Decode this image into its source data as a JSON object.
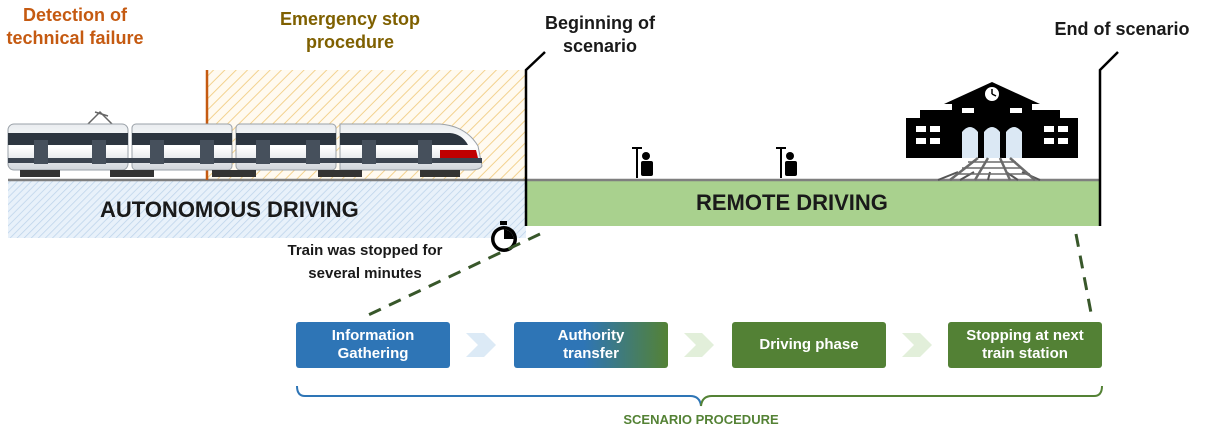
{
  "annotations": {
    "detection": "Detection of\ntechnical failure",
    "emergency": "Emergency stop\nprocedure",
    "beginning": "Beginning of\nscenario",
    "end": "End of scenario",
    "stopped": "Train was stopped for\nseveral minutes"
  },
  "bands": {
    "autonomous": "AUTONOMOUS DRIVING",
    "remote": "REMOTE DRIVING"
  },
  "steps": [
    {
      "label": "Information\nGathering"
    },
    {
      "label": "Authority\ntransfer"
    },
    {
      "label": "Driving phase"
    },
    {
      "label": "Stopping at next\ntrain station"
    }
  ],
  "procedure_label": "SCENARIO PROCEDURE",
  "colors": {
    "detection_text": "#c55a11",
    "emergency_text": "#7f6000",
    "blue_step": "#2e75b6",
    "green_step": "#538135",
    "remote_band": "#a9d18e",
    "procedure_text": "#548235",
    "bracket_blue": "#2e75b6",
    "bracket_green": "#548235"
  },
  "icons": [
    "train-icon",
    "station-icon",
    "signal-icon",
    "stopwatch-icon"
  ]
}
